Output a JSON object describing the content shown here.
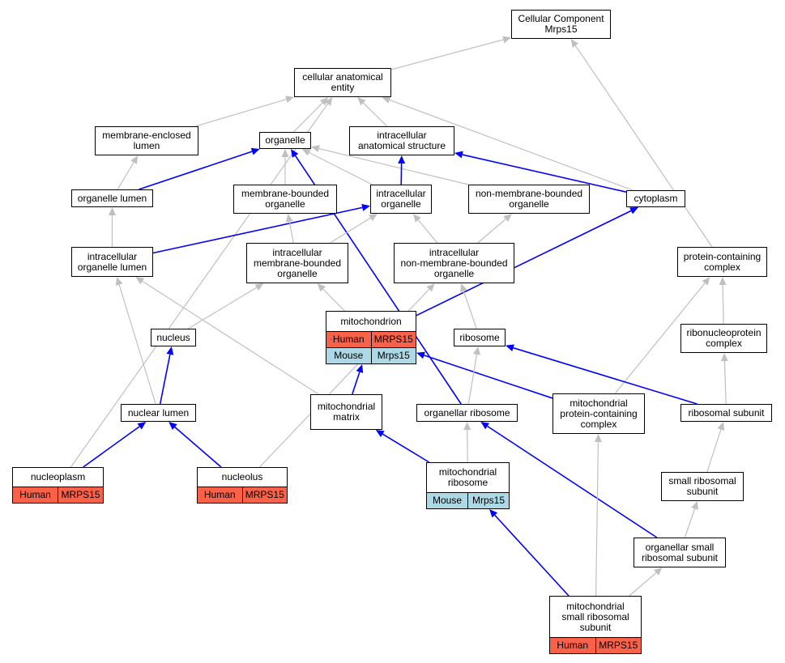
{
  "colors": {
    "strong_edge": "#0000ff",
    "weak_edge": "#c0c0c0",
    "human": "#fa6149",
    "mouse": "#add8e6"
  },
  "nodes": {
    "root": {
      "label": "Cellular Component\nMrps15"
    },
    "cae": {
      "label": "cellular anatomical\nentity"
    },
    "mel": {
      "label": "membrane-enclosed\nlumen"
    },
    "org": {
      "label": "organelle"
    },
    "ias": {
      "label": "intracellular\nanatomical structure"
    },
    "orglum": {
      "label": "organelle lumen"
    },
    "mbo": {
      "label": "membrane-bounded\norganelle"
    },
    "io": {
      "label": "intracellular\norganelle"
    },
    "nmbo": {
      "label": "non-membrane-bounded\norganelle"
    },
    "cyto": {
      "label": "cytoplasm"
    },
    "iol": {
      "label": "intracellular\norganelle lumen"
    },
    "imbo": {
      "label": "intracellular\nmembrane-bounded\norganelle"
    },
    "inmbo": {
      "label": "intracellular\nnon-membrane-bounded\norganelle"
    },
    "pcc": {
      "label": "protein-containing\ncomplex"
    },
    "mito": {
      "label": "mitochondrion",
      "rows": [
        [
          "Human",
          "MRPS15"
        ],
        [
          "Mouse",
          "Mrps15"
        ]
      ]
    },
    "nucleus": {
      "label": "nucleus"
    },
    "ribo": {
      "label": "ribosome"
    },
    "rnp": {
      "label": "ribonucleoprotein\ncomplex"
    },
    "nuclum": {
      "label": "nuclear lumen"
    },
    "mmat": {
      "label": "mitochondrial\nmatrix"
    },
    "orgribo": {
      "label": "organellar ribosome"
    },
    "mpcc": {
      "label": "mitochondrial\nprotein-containing\ncomplex"
    },
    "rsub": {
      "label": "ribosomal subunit"
    },
    "nplasm": {
      "label": "nucleoplasm",
      "rows": [
        [
          "Human",
          "MRPS15"
        ]
      ]
    },
    "nucleol": {
      "label": "nucleolus",
      "rows": [
        [
          "Human",
          "MRPS15"
        ]
      ]
    },
    "mribo": {
      "label": "mitochondrial\nribosome",
      "rows": [
        [
          "Mouse",
          "Mrps15"
        ]
      ]
    },
    "srs": {
      "label": "small ribosomal\nsubunit"
    },
    "osrs": {
      "label": "organellar small\nribosomal subunit"
    },
    "msrs": {
      "label": "mitochondrial\nsmall ribosomal\nsubunit",
      "rows": [
        [
          "Human",
          "MRPS15"
        ]
      ]
    }
  },
  "edges": [
    {
      "from": "cae",
      "to": "root",
      "strong": false
    },
    {
      "from": "pcc",
      "to": "root",
      "strong": false
    },
    {
      "from": "mel",
      "to": "cae",
      "strong": false
    },
    {
      "from": "org",
      "to": "cae",
      "strong": false
    },
    {
      "from": "ias",
      "to": "cae",
      "strong": false
    },
    {
      "from": "cyto",
      "to": "cae",
      "strong": false
    },
    {
      "from": "nplasm",
      "to": "cae",
      "strong": false
    },
    {
      "from": "orglum",
      "to": "mel",
      "strong": false
    },
    {
      "from": "orglum",
      "to": "org",
      "strong": true
    },
    {
      "from": "mbo",
      "to": "org",
      "strong": false
    },
    {
      "from": "io",
      "to": "org",
      "strong": false
    },
    {
      "from": "nmbo",
      "to": "org",
      "strong": false
    },
    {
      "from": "orgribo",
      "to": "org",
      "strong": true
    },
    {
      "from": "io",
      "to": "ias",
      "strong": true
    },
    {
      "from": "cyto",
      "to": "ias",
      "strong": true
    },
    {
      "from": "iol",
      "to": "orglum",
      "strong": false
    },
    {
      "from": "iol",
      "to": "io",
      "strong": true
    },
    {
      "from": "imbo",
      "to": "io",
      "strong": false
    },
    {
      "from": "inmbo",
      "to": "io",
      "strong": false
    },
    {
      "from": "imbo",
      "to": "mbo",
      "strong": false
    },
    {
      "from": "inmbo",
      "to": "nmbo",
      "strong": false
    },
    {
      "from": "mito",
      "to": "cyto",
      "strong": true
    },
    {
      "from": "mito",
      "to": "imbo",
      "strong": false
    },
    {
      "from": "nucleus",
      "to": "imbo",
      "strong": false
    },
    {
      "from": "ribo",
      "to": "inmbo",
      "strong": false
    },
    {
      "from": "nucleol",
      "to": "inmbo",
      "strong": false
    },
    {
      "from": "rnp",
      "to": "pcc",
      "strong": false
    },
    {
      "from": "mpcc",
      "to": "pcc",
      "strong": false
    },
    {
      "from": "mmat",
      "to": "mito",
      "strong": true
    },
    {
      "from": "mpcc",
      "to": "mito",
      "strong": true
    },
    {
      "from": "nuclum",
      "to": "nucleus",
      "strong": true
    },
    {
      "from": "nuclum",
      "to": "iol",
      "strong": false
    },
    {
      "from": "mmat",
      "to": "iol",
      "strong": false
    },
    {
      "from": "orgribo",
      "to": "ribo",
      "strong": false
    },
    {
      "from": "rsub",
      "to": "ribo",
      "strong": true
    },
    {
      "from": "rsub",
      "to": "rnp",
      "strong": false
    },
    {
      "from": "nplasm",
      "to": "nuclum",
      "strong": true
    },
    {
      "from": "nucleol",
      "to": "nuclum",
      "strong": true
    },
    {
      "from": "mribo",
      "to": "mmat",
      "strong": true
    },
    {
      "from": "mribo",
      "to": "orgribo",
      "strong": false
    },
    {
      "from": "osrs",
      "to": "orgribo",
      "strong": true
    },
    {
      "from": "msrs",
      "to": "mpcc",
      "strong": false
    },
    {
      "from": "srs",
      "to": "rsub",
      "strong": false
    },
    {
      "from": "osrs",
      "to": "srs",
      "strong": false
    },
    {
      "from": "msrs",
      "to": "osrs",
      "strong": false
    },
    {
      "from": "msrs",
      "to": "mribo",
      "strong": true
    }
  ]
}
